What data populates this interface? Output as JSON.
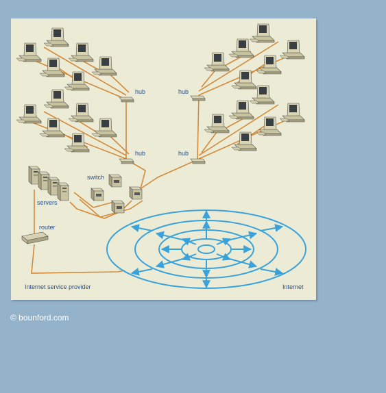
{
  "figure": {
    "labels": {
      "hub_top_left": "hub",
      "hub_top_right": "hub",
      "hub_mid_left": "hub",
      "hub_mid_right": "hub",
      "switch": "switch",
      "servers": "servers",
      "router": "router",
      "isp": "Internet service provider",
      "internet": "Internet"
    },
    "colors": {
      "cable": "#d38a3a",
      "internet": "#3aa2da",
      "panel": "#ecebd6",
      "background": "#94b3cb",
      "label": "#2b4f88"
    }
  },
  "credit": "© bounford.com"
}
